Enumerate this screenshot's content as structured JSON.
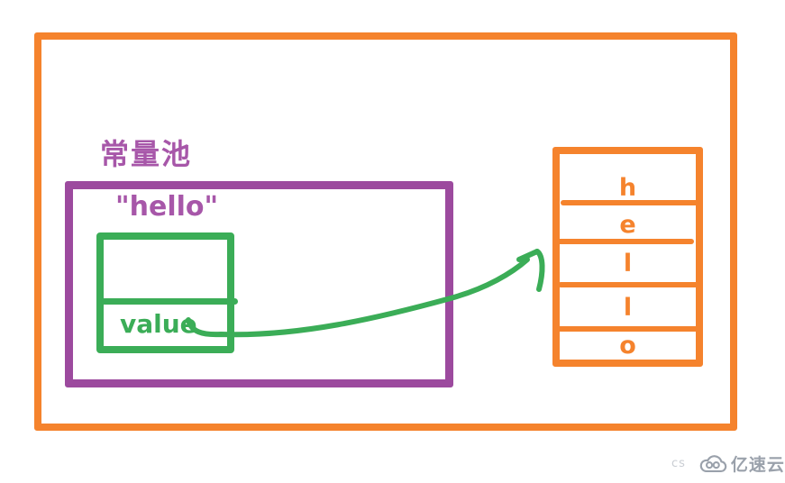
{
  "colors": {
    "orange": "#F5832D",
    "purple": "#9C4A9E",
    "purple_text": "#A757A9",
    "green": "#3BAD57",
    "watermark_gray": "#9AA1AB",
    "watermark_light": "#C9CDD3"
  },
  "diagram": {
    "pool_label": "常量池",
    "string_literal": "\"hello\"",
    "value_label": "value",
    "char_cells": [
      "h",
      "e",
      "l",
      "l",
      "o"
    ]
  },
  "watermark": {
    "prefix": "cs",
    "brand": "亿速云"
  }
}
